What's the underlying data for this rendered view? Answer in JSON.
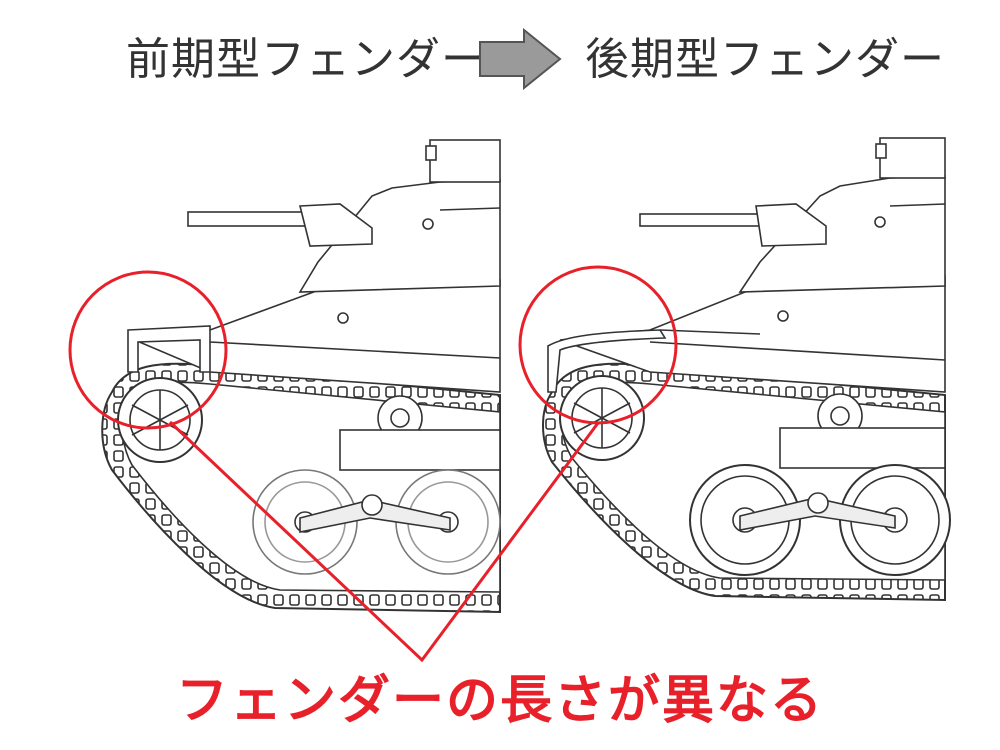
{
  "header": {
    "early_label": "前期型フェンダー",
    "late_label": "後期型フェンダー"
  },
  "caption": "フェンダーの長さが異なる",
  "colors": {
    "highlight": "#e8202a",
    "line": "#333333",
    "arrow_fill": "#9a9a9a"
  },
  "icons": {
    "arrow": "right-arrow-icon"
  }
}
